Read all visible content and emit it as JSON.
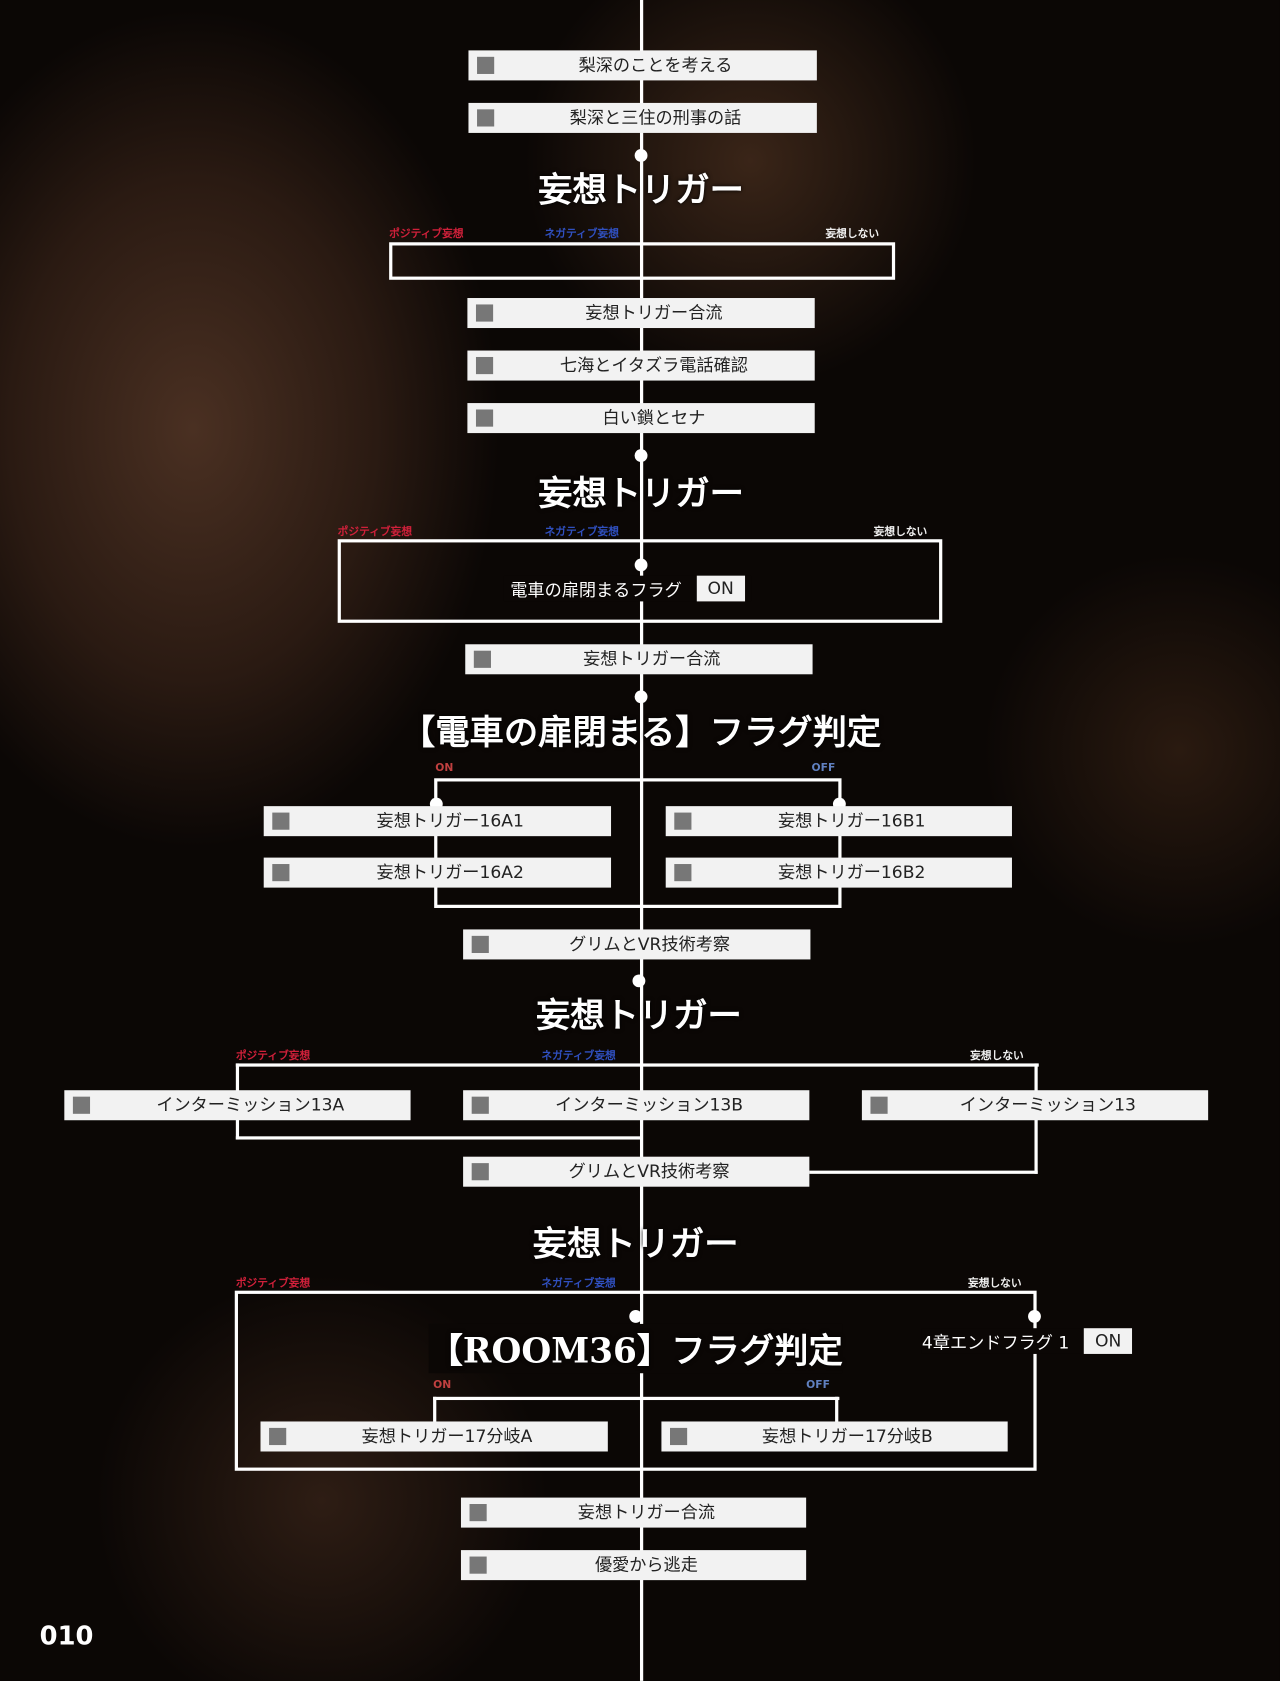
{
  "labels": {
    "positive": "ポジティブ妄想",
    "negative": "ネガティブ妄想",
    "none": "妄想しない",
    "on": "ON",
    "off": "OFF"
  },
  "nodes": {
    "n1": "梨深のことを考える",
    "n2": "梨深と三住の刑事の話",
    "t1": "妄想トリガー",
    "n3": "妄想トリガー合流",
    "n4": "七海とイタズラ電話確認",
    "n5": "白い鎖とセナ",
    "t2": "妄想トリガー",
    "flag1": "電車の扉閉まるフラグ",
    "flag1_val": "ON",
    "n6": "妄想トリガー合流",
    "j1": "【電車の扉閉まる】フラグ判定",
    "a1": "妄想トリガー16A1",
    "a2": "妄想トリガー16A2",
    "b1": "妄想トリガー16B1",
    "b2": "妄想トリガー16B2",
    "n7": "グリムとVR技術考察",
    "t3": "妄想トリガー",
    "i1": "インターミッション13A",
    "i2": "インターミッション13B",
    "i3": "インターミッション13",
    "n8": "グリムとVR技術考察",
    "t4": "妄想トリガー",
    "j2": "【ROOM36】フラグ判定",
    "flag2": "4章エンドフラグ 1",
    "flag2_val": "ON",
    "c1": "妄想トリガー17分岐A",
    "c2": "妄想トリガー17分岐B",
    "n9": "妄想トリガー合流",
    "n10": "優愛から逃走"
  },
  "page_number": "010"
}
